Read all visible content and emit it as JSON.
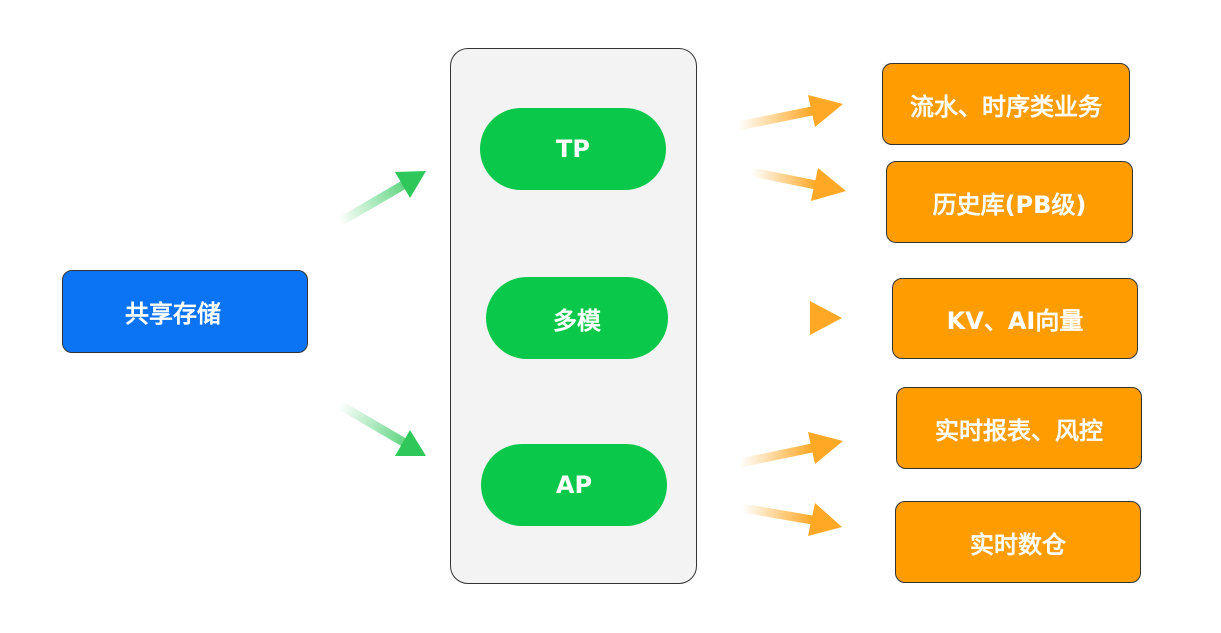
{
  "source": {
    "label": "共享存储"
  },
  "engines": [
    {
      "label": "TP"
    },
    {
      "label": "多模"
    },
    {
      "label": "AP"
    }
  ],
  "workloads": [
    {
      "label": "流水、时序类业务"
    },
    {
      "label": "历史库(PB级)"
    },
    {
      "label": "KV、AI向量"
    },
    {
      "label": "实时报表、风控"
    },
    {
      "label": "实时数仓"
    }
  ],
  "colors": {
    "source": "#0a74f5",
    "engine": "#0ac84a",
    "workload": "#ff9c00",
    "panel": "#f3f3f3",
    "arrow_in": "#2ec85a",
    "arrow_out": "#ffa826"
  }
}
